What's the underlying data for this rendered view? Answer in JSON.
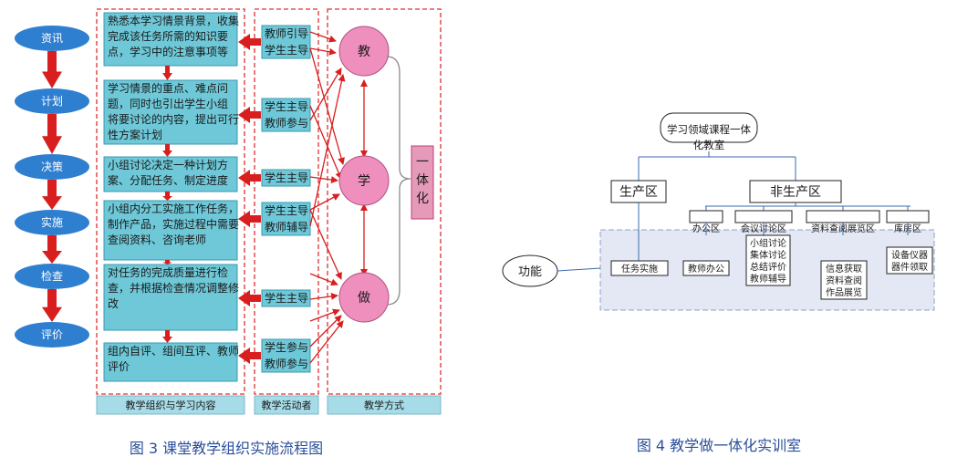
{
  "fig3": {
    "caption": "图 3 课堂教学组织实施流程图",
    "steps": [
      "资讯",
      "计划",
      "决策",
      "实施",
      "检查",
      "评价"
    ],
    "content_boxes": [
      [
        "熟悉本学习情景背景，收集",
        "完成该任务所需的知识要",
        "点，学习中的注意事项等"
      ],
      [
        "学习情景的重点、难点问",
        "题，同时也引出学生小组",
        "将要讨论的内容，提出可行",
        "性方案计划"
      ],
      [
        "小组讨论决定一种计划方",
        "案、分配任务、制定进度"
      ],
      [
        "小组内分工实施工作任务，",
        "制作产品，实施过程中需要",
        "查阅资料、咨询老师"
      ],
      [
        "对任务的完成质量进行检",
        "查，并根据检查情况调整修",
        "改"
      ],
      [
        "组内自评、组间互评、教师",
        "评价"
      ]
    ],
    "activity_groups": [
      [
        "教师引导",
        "学生主导"
      ],
      [
        "学生主导",
        "教师参与"
      ],
      [
        "学生主导"
      ],
      [
        "学生主导",
        "教师辅导"
      ],
      [
        "学生主导"
      ],
      [
        "学生参与",
        "教师参与"
      ]
    ],
    "methods": [
      "教",
      "学",
      "做"
    ],
    "integration": "一体化",
    "footers": [
      "教学组织与学习内容",
      "教学活动者",
      "教学方式"
    ]
  },
  "fig4": {
    "caption": "图 4 教学做一体化实训室",
    "root_line1": "学习领域课程一体",
    "root_line2": "化教室",
    "production": "生产区",
    "non_production": "非生产区",
    "subzones": [
      "办公区",
      "会议讨论区",
      "资料查阅展览区",
      "库房区"
    ],
    "function_label": "功能",
    "functions": [
      [
        "任务实施"
      ],
      [
        "教师办公"
      ],
      [
        "小组讨论",
        "集体讨论",
        "总结评价",
        "教师辅导"
      ],
      [
        "信息获取",
        "资料查阅",
        "作品展览"
      ],
      [
        "设备仪器",
        "器件领取"
      ]
    ]
  },
  "colors": {
    "oval": "#2f7fd0",
    "arrow": "#d81e1e",
    "box_fill": "#6ec8d8",
    "dashed": "#e03030",
    "circle": "#ee8fbd",
    "integration_fill": "#e69ab9",
    "footer_fill": "#a6dbe8",
    "caption": "#2a4f9a",
    "panel_fill": "#e4e8f4"
  }
}
